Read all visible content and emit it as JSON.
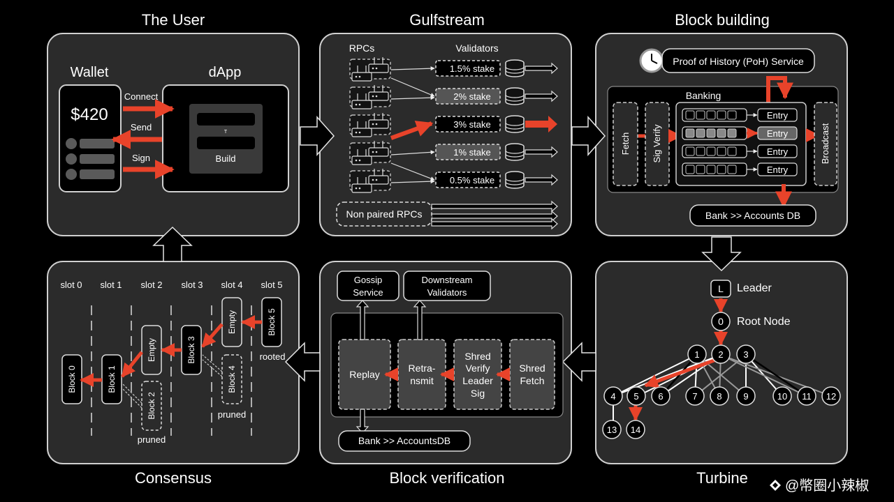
{
  "sections": {
    "user": "The User",
    "gulfstream": "Gulfstream",
    "block_building": "Block building",
    "consensus": "Consensus",
    "block_verification": "Block verification",
    "turbine": "Turbine"
  },
  "user": {
    "wallet_title": "Wallet",
    "balance": "$420",
    "dapp_title": "dApp",
    "connect": "Connect",
    "send": "Send",
    "sign": "Sign",
    "dapp_button_top": "T",
    "build": "Build"
  },
  "gulfstream": {
    "rpcs_label": "RPCs",
    "validators_label": "Validators",
    "stakes": [
      "1.5% stake",
      "2% stake",
      "3% stake",
      "1% stake",
      "0.5% stake"
    ],
    "non_paired": "Non paired RPCs"
  },
  "block_building": {
    "poh": "Proof of History (PoH) Service",
    "banking": "Banking",
    "fetch": "Fetch",
    "sig_verify": "Sig Verify",
    "entries": [
      "Entry",
      "Entry",
      "Entry",
      "Entry"
    ],
    "broadcast": "Broadcast",
    "bank": "Bank >> Accounts DB"
  },
  "consensus": {
    "slots": [
      "slot 0",
      "slot 1",
      "slot 2",
      "slot 3",
      "slot 4",
      "slot 5"
    ],
    "block0": "Block 0",
    "block1": "Block 1",
    "empty2": "Empty",
    "block2": "Block 2",
    "block3": "Block 3",
    "empty4": "Empty",
    "block4": "Block 4",
    "block5": "Block 5",
    "pruned_a": "pruned",
    "pruned_b": "pruned",
    "rooted": "rooted"
  },
  "block_verification": {
    "gossip": [
      "Gossip",
      "Service"
    ],
    "downstream": [
      "Downstream",
      "Validators"
    ],
    "replay": "Replay",
    "retransmit": [
      "Retra-",
      "nsmit"
    ],
    "shred_verify": [
      "Shred",
      "Verify",
      "Leader",
      "Sig"
    ],
    "shred_fetch": [
      "Shred",
      "Fetch"
    ],
    "bank": "Bank >> AccountsDB"
  },
  "turbine": {
    "leader_badge": "L",
    "leader": "Leader",
    "root_badge": "0",
    "root": "Root Node",
    "nodes": [
      "1",
      "2",
      "3",
      "4",
      "5",
      "6",
      "7",
      "8",
      "9",
      "10",
      "11",
      "12",
      "13",
      "14"
    ]
  },
  "watermark": "@幣圈小辣椒",
  "colors": {
    "accent": "#e8432a",
    "panel": "#2b2b2b",
    "stroke": "#cfcfcf",
    "box": "#111111"
  }
}
